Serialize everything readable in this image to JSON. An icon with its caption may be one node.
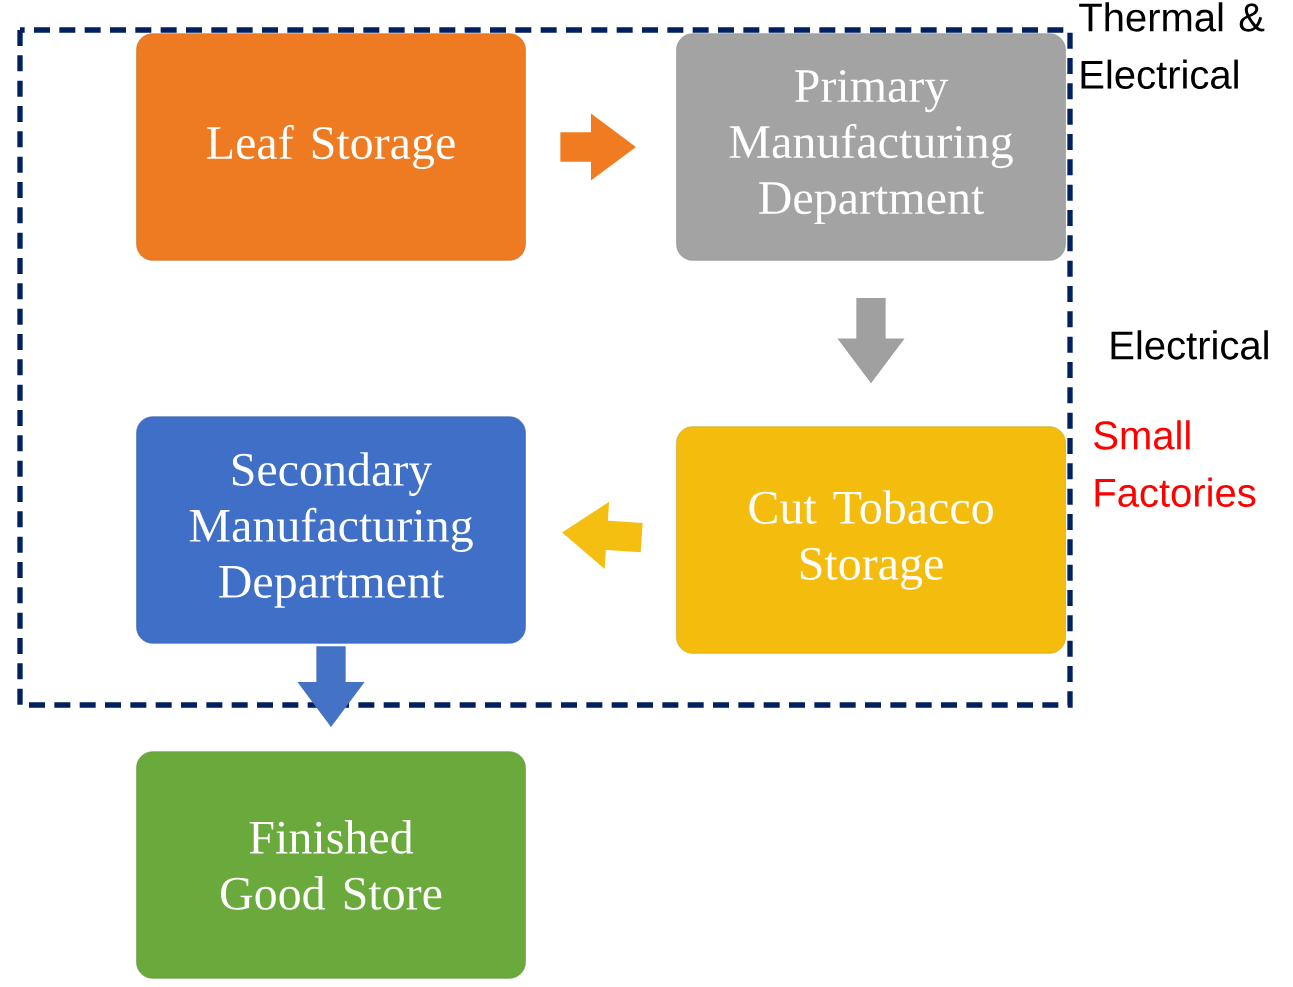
{
  "diagram": {
    "nodes": [
      {
        "text": [
          "Leaf Storage"
        ]
      },
      {
        "text": [
          "Primary Manufacturing Department"
        ]
      },
      {
        "text": [
          "Cut Tobacco Storage"
        ]
      },
      {
        "text": [
          "Secondary Manufacturing Department"
        ]
      },
      {
        "text": [
          "Finished Good Store"
        ]
      }
    ],
    "edges": [
      {
        "from": 0,
        "to": 1,
        "arrow": "to",
        "color": "#f07b20"
      },
      {
        "from": 1,
        "to": 2,
        "arrow": "to",
        "color": "#a0a0a0"
      },
      {
        "from": 2,
        "to": 3,
        "arrow": "to",
        "color": "#f5bf12"
      },
      {
        "from": 3,
        "to": 4,
        "arrow": "to",
        "color": "#4472c4"
      }
    ],
    "labels": [
      "Thermal & Electrical",
      "Electrical",
      "Small Factories"
    ]
  }
}
